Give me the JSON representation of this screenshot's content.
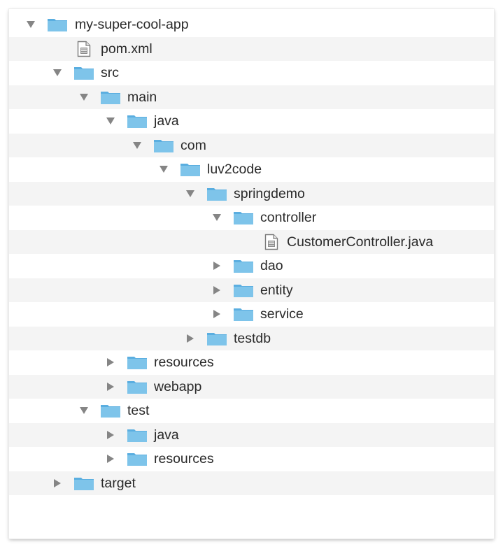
{
  "colors": {
    "folder_body": "#7ec4ea",
    "folder_tab": "#5aaee0",
    "disclosure_triangle": "#858585",
    "row_stripe": "#f4f4f4",
    "text": "#2a2a2a"
  },
  "tree": {
    "root": {
      "label": "my-super-cool-app",
      "icon": "folder-icon",
      "expanded": true
    },
    "pom": {
      "label": "pom.xml",
      "icon": "file-icon"
    },
    "src": {
      "label": "src",
      "icon": "folder-icon",
      "expanded": true
    },
    "main": {
      "label": "main",
      "icon": "folder-icon",
      "expanded": true
    },
    "java": {
      "label": "java",
      "icon": "folder-icon",
      "expanded": true
    },
    "com": {
      "label": "com",
      "icon": "folder-icon",
      "expanded": true
    },
    "luv2code": {
      "label": "luv2code",
      "icon": "folder-icon",
      "expanded": true
    },
    "springdemo": {
      "label": "springdemo",
      "icon": "folder-icon",
      "expanded": true
    },
    "controller": {
      "label": "controller",
      "icon": "folder-icon",
      "expanded": true
    },
    "customer_controller": {
      "label": "CustomerController.java",
      "icon": "file-icon"
    },
    "dao": {
      "label": "dao",
      "icon": "folder-icon",
      "expanded": false
    },
    "entity": {
      "label": "entity",
      "icon": "folder-icon",
      "expanded": false
    },
    "service": {
      "label": "service",
      "icon": "folder-icon",
      "expanded": false
    },
    "testdb": {
      "label": "testdb",
      "icon": "folder-icon",
      "expanded": false
    },
    "resources": {
      "label": "resources",
      "icon": "folder-icon",
      "expanded": false
    },
    "webapp": {
      "label": "webapp",
      "icon": "folder-icon",
      "expanded": false
    },
    "test": {
      "label": "test",
      "icon": "folder-icon",
      "expanded": true
    },
    "test_java": {
      "label": "java",
      "icon": "folder-icon",
      "expanded": false
    },
    "test_resources": {
      "label": "resources",
      "icon": "folder-icon",
      "expanded": false
    },
    "target": {
      "label": "target",
      "icon": "folder-icon",
      "expanded": false
    }
  }
}
